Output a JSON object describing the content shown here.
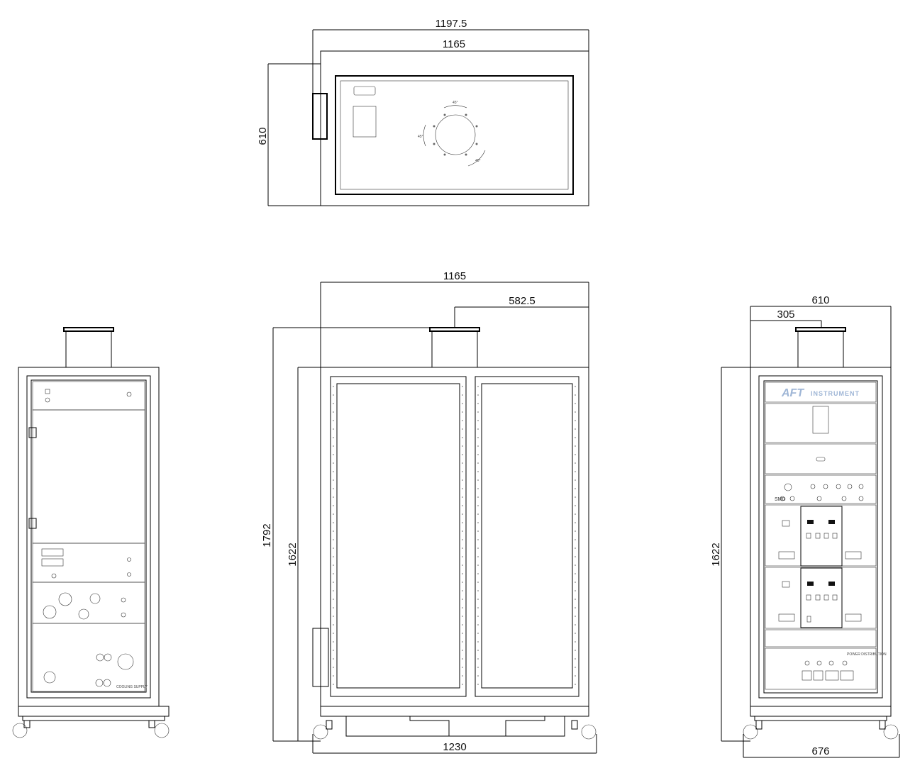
{
  "top_view": {
    "overall_width": "1197.5",
    "width": "1165",
    "depth": "610",
    "angle_top": "45°",
    "angle_left": "45°",
    "angle_right": "45°"
  },
  "front_view": {
    "width": "1165",
    "half_width": "582.5",
    "overall_height": "1792",
    "cabinet_height": "1622",
    "base_width": "1230"
  },
  "side_view": {
    "width": "610",
    "half_width": "305",
    "height": "1622",
    "base_depth": "676",
    "logo_main": "AFT",
    "logo_sub": "INSTRUMENT",
    "panel_label_smd": "SMD",
    "panel_label_power": "POWER DISTRIBUTION"
  },
  "rear_view": {
    "panel_label_cooling": "COOLING SUPPLY"
  }
}
